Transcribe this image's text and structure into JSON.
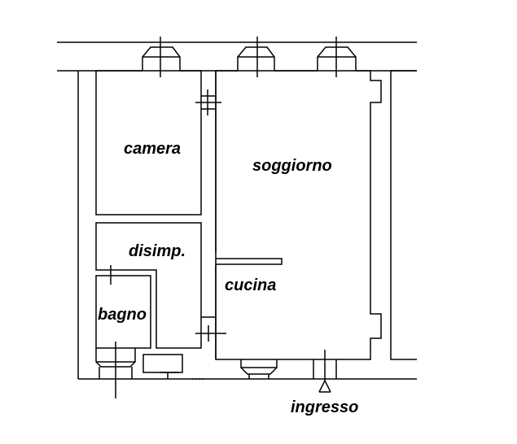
{
  "floor_plan": {
    "rooms": {
      "camera": "camera",
      "soggiorno": "soggiorno",
      "disimpegno": "disimp.",
      "cucina": "cucina",
      "bagno": "bagno"
    },
    "entrance_label": "ingresso",
    "colors": {
      "line": "#000000",
      "background": "#ffffff"
    }
  }
}
